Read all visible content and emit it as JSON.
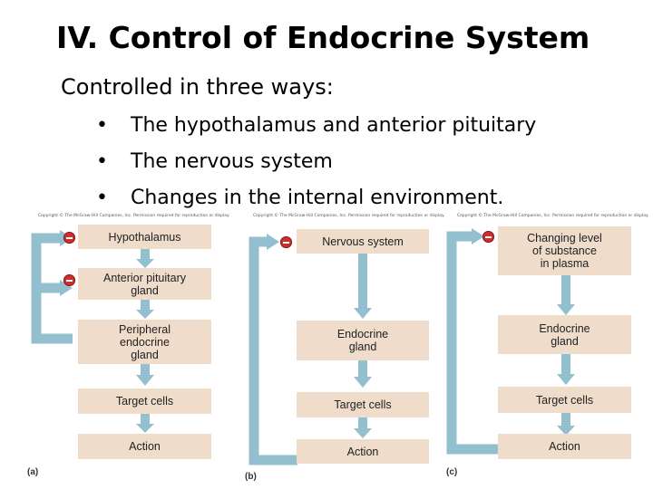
{
  "title": "IV. Control of Endocrine System",
  "subtitle": "Controlled in three ways:",
  "bullet_char": "•",
  "bullets": [
    "The hypothalamus and anterior pituitary",
    "The nervous system",
    "Changes in the internal environment."
  ],
  "copyright": "Copyright © The McGraw-Hill Companies, Inc. Permission required for reproduction or display.",
  "colors": {
    "box_fill": "#efdccb",
    "arrow": "#93bfce",
    "inhibit": "#cc2f2f"
  },
  "icons": {
    "inhibit": "minus-circle-icon"
  },
  "panels": [
    {
      "label": "(a)",
      "boxes": [
        "Hypothalamus",
        "Anterior pituitary\ngland",
        "Peripheral\nendocrine\ngland",
        "Target cells",
        "Action"
      ]
    },
    {
      "label": "(b)",
      "boxes": [
        "Nervous system",
        "Endocrine\ngland",
        "Target cells",
        "Action"
      ]
    },
    {
      "label": "(c)",
      "boxes": [
        "Changing level\nof substance\nin plasma",
        "Endocrine\ngland",
        "Target cells",
        "Action"
      ]
    }
  ]
}
